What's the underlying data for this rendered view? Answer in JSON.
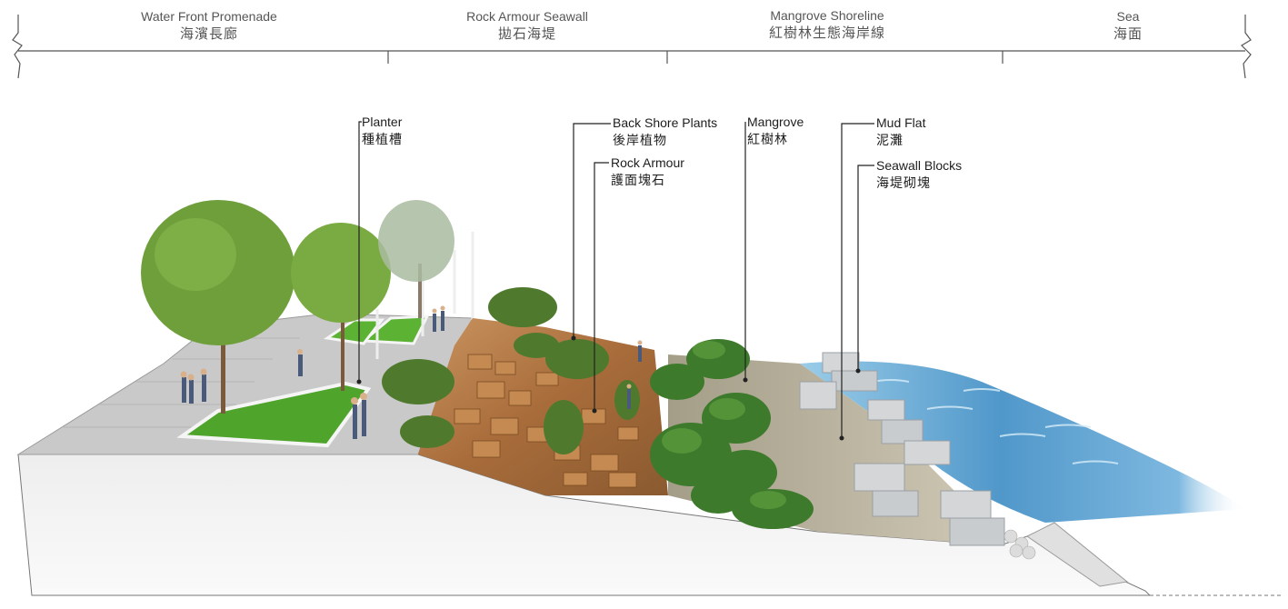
{
  "zones": [
    {
      "en": "Water Front Promenade",
      "zh": "海濱長廊"
    },
    {
      "en": "Rock Armour Seawall",
      "zh": "拋石海堤"
    },
    {
      "en": "Mangrove Shoreline",
      "zh": "紅樹林生態海岸線"
    },
    {
      "en": "Sea",
      "zh": "海面"
    }
  ],
  "callouts": [
    {
      "en": "Planter",
      "zh": "種植槽"
    },
    {
      "en": "Back Shore Plants",
      "zh": "後岸植物"
    },
    {
      "en": "Rock Armour",
      "zh": "護面塊石"
    },
    {
      "en": "Mangrove",
      "zh": "紅樹林"
    },
    {
      "en": "Mud Flat",
      "zh": "泥灘"
    },
    {
      "en": "Seawall Blocks",
      "zh": "海堤砌塊"
    }
  ],
  "colors": {
    "paving": "#c9c9c9",
    "lawn": "#4fa52b",
    "tree": "#6e9f3a",
    "rock": "#b07a45",
    "mangrove": "#3d7a2c",
    "mud": "#b9b29e",
    "sea": "#3d8cc4",
    "block": "#d4d6d8",
    "section": "#f2f2f2"
  }
}
